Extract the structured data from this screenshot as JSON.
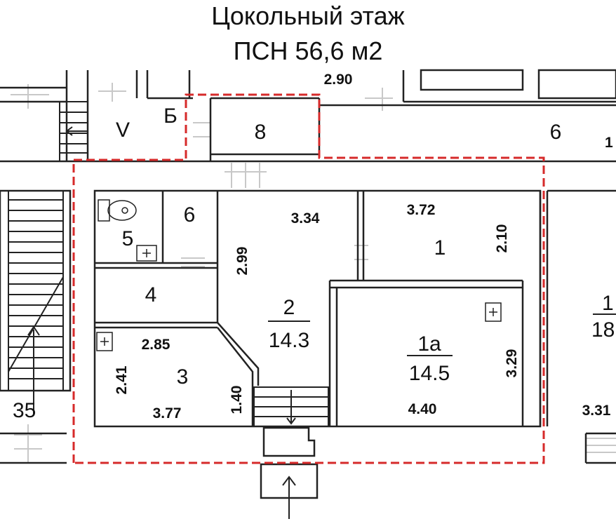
{
  "header": {
    "title_line1": "Цокольный этаж",
    "title_line2": "ПСН 56,6 м2"
  },
  "rooms": {
    "r1": {
      "number": "1"
    },
    "r1a": {
      "number": "1а",
      "area": "14.5"
    },
    "r2": {
      "number": "2",
      "area": "14.3"
    },
    "r3": {
      "number": "3"
    },
    "r4": {
      "number": "4"
    },
    "r5": {
      "number": "5"
    },
    "r6": {
      "number": "6"
    },
    "r8": {
      "number": "8"
    },
    "rV": {
      "number": "V"
    },
    "rB": {
      "number": "Б"
    },
    "r6_top": {
      "number": "6"
    },
    "r35": {
      "number": "35"
    },
    "r_right_partial": {
      "number": "1",
      "area": "18"
    },
    "r_top_right_partial": {
      "number": "1"
    }
  },
  "dimensions": {
    "d_290": "2.90",
    "d_334": "3.34",
    "d_299": "2.99",
    "d_372": "3.72",
    "d_210": "2.10",
    "d_285": "2.85",
    "d_241": "2.41",
    "d_377": "3.77",
    "d_140": "1.40",
    "d_440": "4.40",
    "d_329": "3.29",
    "d_331": "3.31"
  },
  "colors": {
    "wall": "#222222",
    "highlight_border": "#d62a2a",
    "window_line": "#c8c8c8",
    "text": "#111111"
  }
}
